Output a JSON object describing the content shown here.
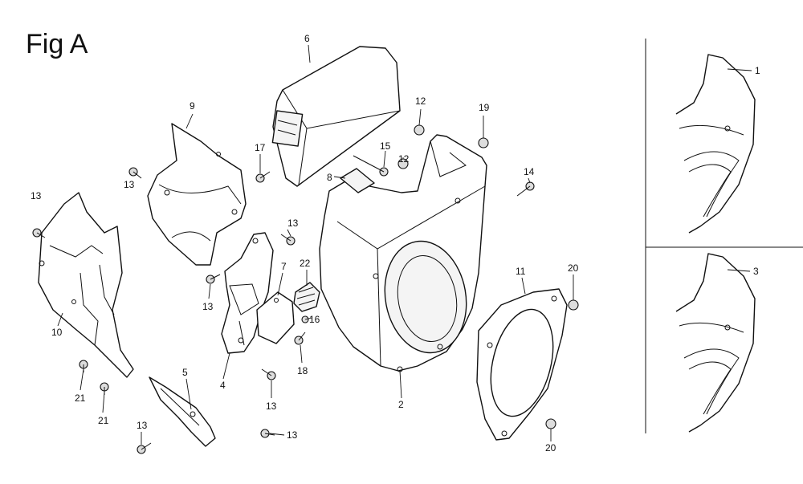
{
  "figure": {
    "title": "Fig A"
  },
  "callouts": [
    {
      "id": "c6",
      "label": "6"
    },
    {
      "id": "c9",
      "label": "9"
    },
    {
      "id": "c12a",
      "label": "12"
    },
    {
      "id": "c19",
      "label": "19"
    },
    {
      "id": "c17",
      "label": "17"
    },
    {
      "id": "c15",
      "label": "15"
    },
    {
      "id": "c12b",
      "label": "12"
    },
    {
      "id": "c13a",
      "label": "13"
    },
    {
      "id": "c13b",
      "label": "13"
    },
    {
      "id": "c8",
      "label": "8"
    },
    {
      "id": "c14",
      "label": "14"
    },
    {
      "id": "c13c",
      "label": "13"
    },
    {
      "id": "c7",
      "label": "7"
    },
    {
      "id": "c22",
      "label": "22"
    },
    {
      "id": "c11",
      "label": "11"
    },
    {
      "id": "c20a",
      "label": "20"
    },
    {
      "id": "c13d",
      "label": "13"
    },
    {
      "id": "c16",
      "label": "16"
    },
    {
      "id": "c10",
      "label": "10"
    },
    {
      "id": "c18",
      "label": "18"
    },
    {
      "id": "c4",
      "label": "4"
    },
    {
      "id": "c2",
      "label": "2"
    },
    {
      "id": "c21a",
      "label": "21"
    },
    {
      "id": "c5",
      "label": "5"
    },
    {
      "id": "c13e",
      "label": "13"
    },
    {
      "id": "c21b",
      "label": "21"
    },
    {
      "id": "c13f",
      "label": "13"
    },
    {
      "id": "c13g",
      "label": "13"
    },
    {
      "id": "c20b",
      "label": "20"
    },
    {
      "id": "c1",
      "label": "1"
    },
    {
      "id": "c3",
      "label": "3"
    }
  ]
}
